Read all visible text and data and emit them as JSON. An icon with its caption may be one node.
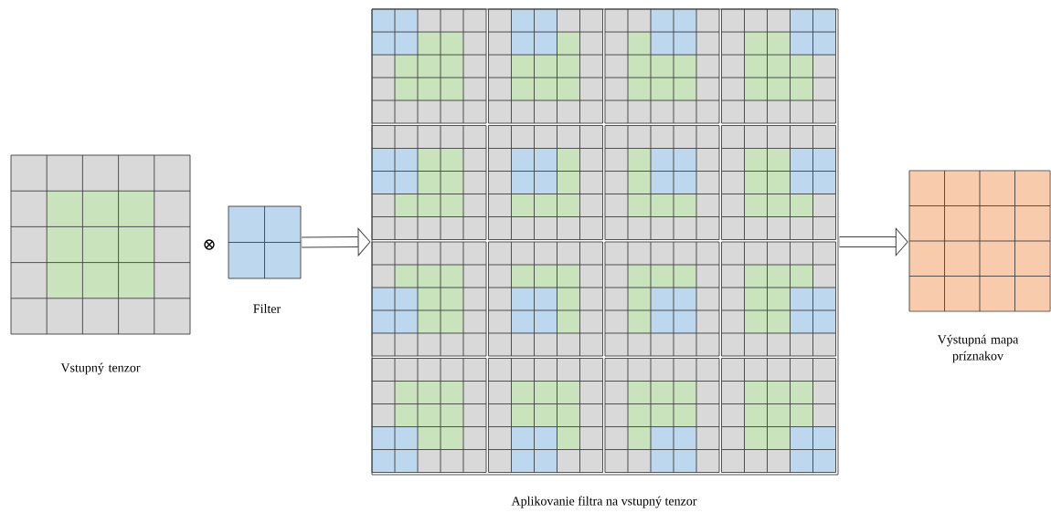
{
  "diagram": {
    "caption": "Aplikovanie filtra na vstupný tenzor",
    "nodes": [
      {
        "text": [
          "Vstupný tenzor"
        ]
      },
      {
        "text": [
          "Filter"
        ]
      },
      {
        "text": [],
        "shape": "box"
      },
      {
        "text": [
          "Výstupná mapa príznakov"
        ]
      }
    ],
    "edges": [
      {
        "from": 1,
        "to": 2,
        "arrow": "to"
      },
      {
        "from": 2,
        "to": 3,
        "arrow": "to"
      }
    ],
    "labels": [
      "⊗"
    ]
  }
}
